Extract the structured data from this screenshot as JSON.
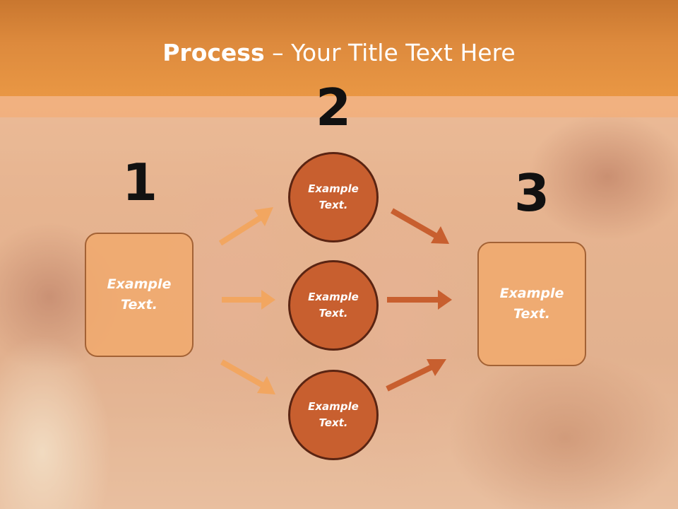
{
  "title": {
    "bold": "Process",
    "separator": "–",
    "rest": "Your Title Text Here"
  },
  "steps": {
    "one": "1",
    "two": "2",
    "three": "3"
  },
  "left_box": {
    "text": "Example Text."
  },
  "circles": [
    {
      "text": "Example Text."
    },
    {
      "text": "Example Text."
    },
    {
      "text": "Example Text."
    }
  ],
  "right_box": {
    "text": "Example Text."
  },
  "colors": {
    "title_bar": "#e08d3f",
    "box_fill": "#f0aa6e",
    "box_border": "#a36235",
    "circle_fill": "#c85f2f",
    "circle_border": "#5a2412",
    "arrow_light": "#f2a660",
    "arrow_dark": "#c85f2f"
  }
}
